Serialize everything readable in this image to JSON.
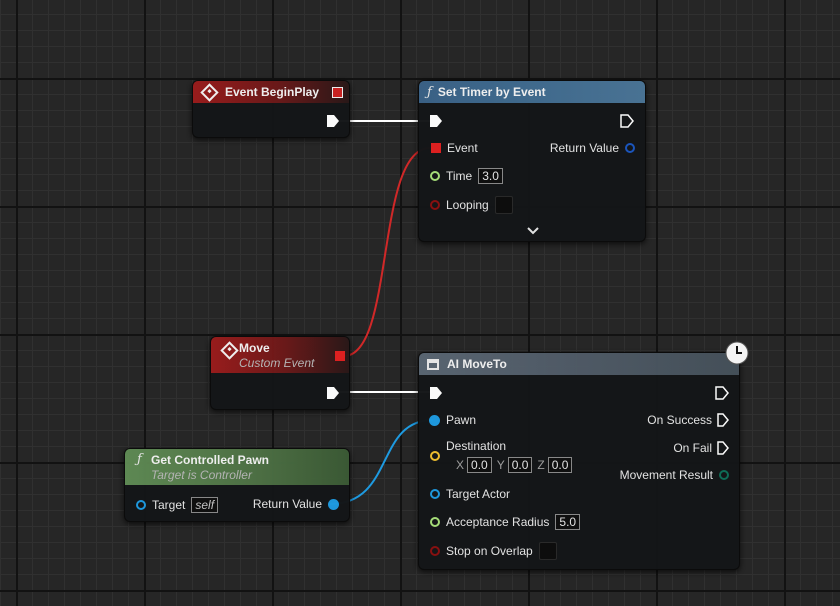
{
  "nodes": {
    "event_beginplay": {
      "title": "Event BeginPlay"
    },
    "set_timer": {
      "title": "Set Timer by Event",
      "pins": {
        "event": "Event",
        "return_value": "Return Value",
        "time": "Time",
        "time_value": "3.0",
        "looping": "Looping"
      }
    },
    "move": {
      "title": "Move",
      "subtitle": "Custom Event"
    },
    "get_controlled_pawn": {
      "title": "Get Controlled Pawn",
      "subtitle": "Target is Controller",
      "pins": {
        "target": "Target",
        "target_value": "self",
        "return_value": "Return Value"
      }
    },
    "ai_moveto": {
      "title": "AI MoveTo",
      "pins": {
        "pawn": "Pawn",
        "destination": "Destination",
        "x_label": "X",
        "x_value": "0.0",
        "y_label": "Y",
        "y_value": "0.0",
        "z_label": "Z",
        "z_value": "0.0",
        "target_actor": "Target Actor",
        "acceptance_radius": "Acceptance Radius",
        "acceptance_radius_value": "5.0",
        "stop_on_overlap": "Stop on Overlap",
        "on_success": "On Success",
        "on_fail": "On Fail",
        "movement_result": "Movement Result"
      }
    }
  },
  "colors": {
    "exec": "#ffffff",
    "delegate": "#e02020",
    "float": "#a8e07a",
    "bool": "#8a1010",
    "object": "#1e9ae0",
    "vector": "#f0c030",
    "enum": "#0f6e58",
    "handle": "#1b56c0"
  }
}
